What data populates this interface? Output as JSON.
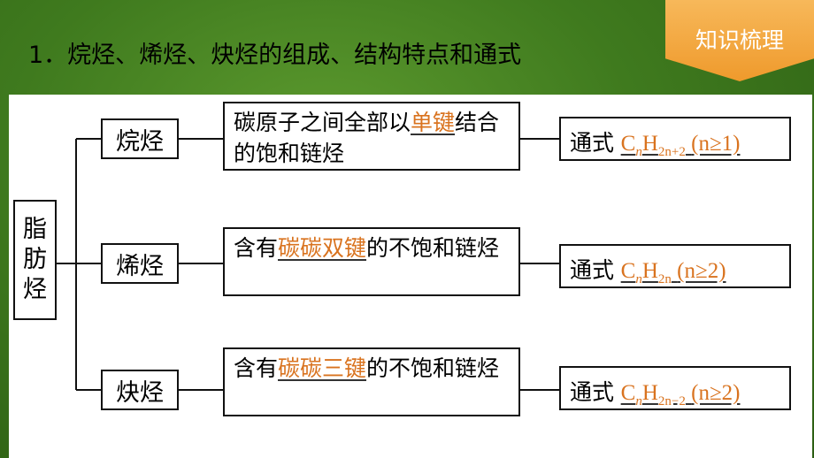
{
  "badge": "知识梳理",
  "heading": "1．烷烃、烯烃、炔烃的组成、结构特点和通式",
  "root_label": "脂肪烃",
  "rows": [
    {
      "category": "烷烃",
      "desc_pre": "碳原子之间全部以",
      "desc_answer": "单键",
      "desc_post": "结合的饱和链烃",
      "formula_label": "通式",
      "formula_sub": "2n+2",
      "formula_cond": "(n≥1)"
    },
    {
      "category": "烯烃",
      "desc_pre": "含有",
      "desc_answer": "碳碳双键",
      "desc_post": "的不饱和链烃",
      "formula_label": "通式",
      "formula_sub": "2n",
      "formula_cond": "(n≥2)"
    },
    {
      "category": "炔烃",
      "desc_pre": "含有",
      "desc_answer": "碳碳三键",
      "desc_post": "的不饱和链烃",
      "formula_label": "通式",
      "formula_sub": "2n−2",
      "formula_cond": "(n≥2)"
    }
  ],
  "formula_letters": {
    "c": "C",
    "n": "n",
    "h": "H"
  },
  "colors": {
    "answer": "#d9731f",
    "badge": "#ef9a2c",
    "background": "#3f7a1e"
  }
}
